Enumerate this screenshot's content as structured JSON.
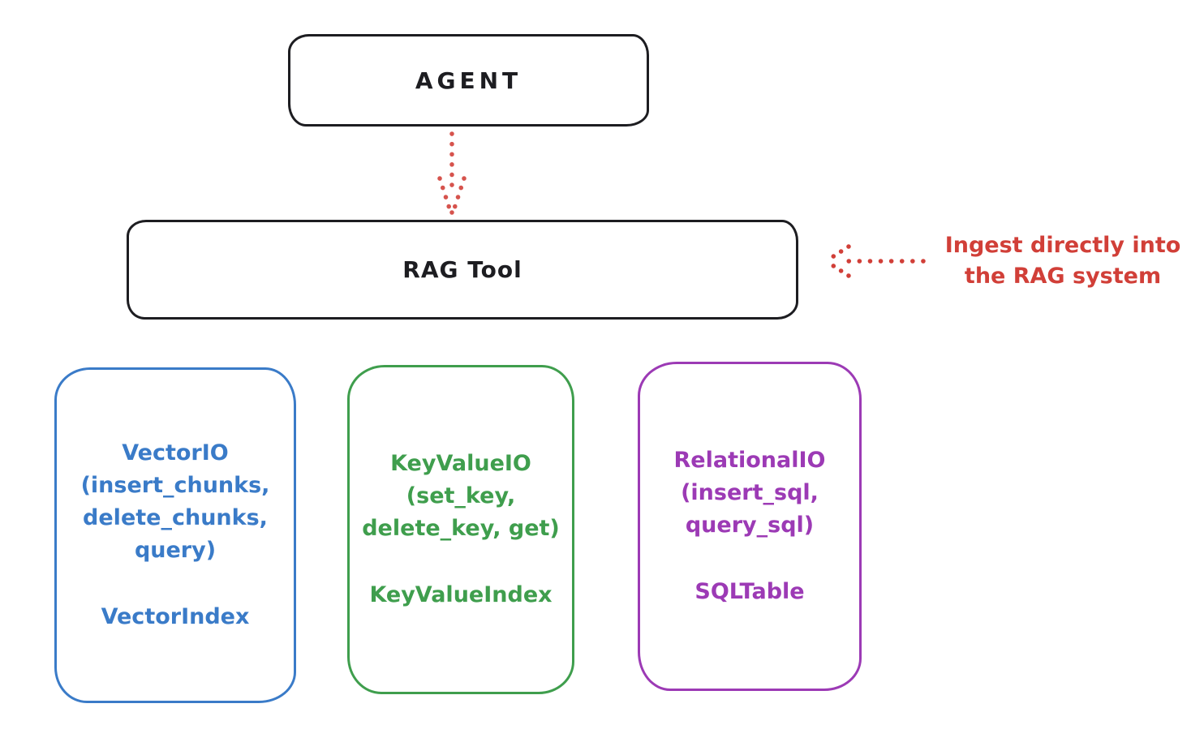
{
  "canvas": {
    "background": "#ffffff"
  },
  "palette": {
    "ink": "#1d1d21",
    "red": "#d13f38",
    "blue": "#3a7bc8",
    "green": "#3f9e4d",
    "purple": "#9c3ab5"
  },
  "nodes": {
    "agent": {
      "label": "AGENT"
    },
    "rag_tool": {
      "label": "RAG Tool"
    },
    "vector_io": {
      "title_lines": [
        "VectorIO",
        "(insert_chunks,",
        "delete_chunks,",
        "query)"
      ],
      "index_label": "VectorIndex",
      "color": "#3a7bc8"
    },
    "key_value_io": {
      "title_lines": [
        "KeyValueIO",
        "(set_key,",
        "delete_key, get)"
      ],
      "index_label": "KeyValueIndex",
      "color": "#3f9e4d"
    },
    "relational_io": {
      "title_lines": [
        "RelationalIO",
        "(insert_sql,",
        "query_sql)"
      ],
      "index_label": "SQLTable",
      "color": "#9c3ab5"
    }
  },
  "annotation": {
    "line1": "Ingest directly into",
    "line2": "the RAG system",
    "color": "#d13f38"
  },
  "arrows": {
    "agent_to_rag_tool": {
      "style": "dotted",
      "direction": "down",
      "color": "#d13f38"
    },
    "annotation_to_rag_tool": {
      "style": "dotted",
      "direction": "left",
      "color": "#d13f38"
    }
  }
}
